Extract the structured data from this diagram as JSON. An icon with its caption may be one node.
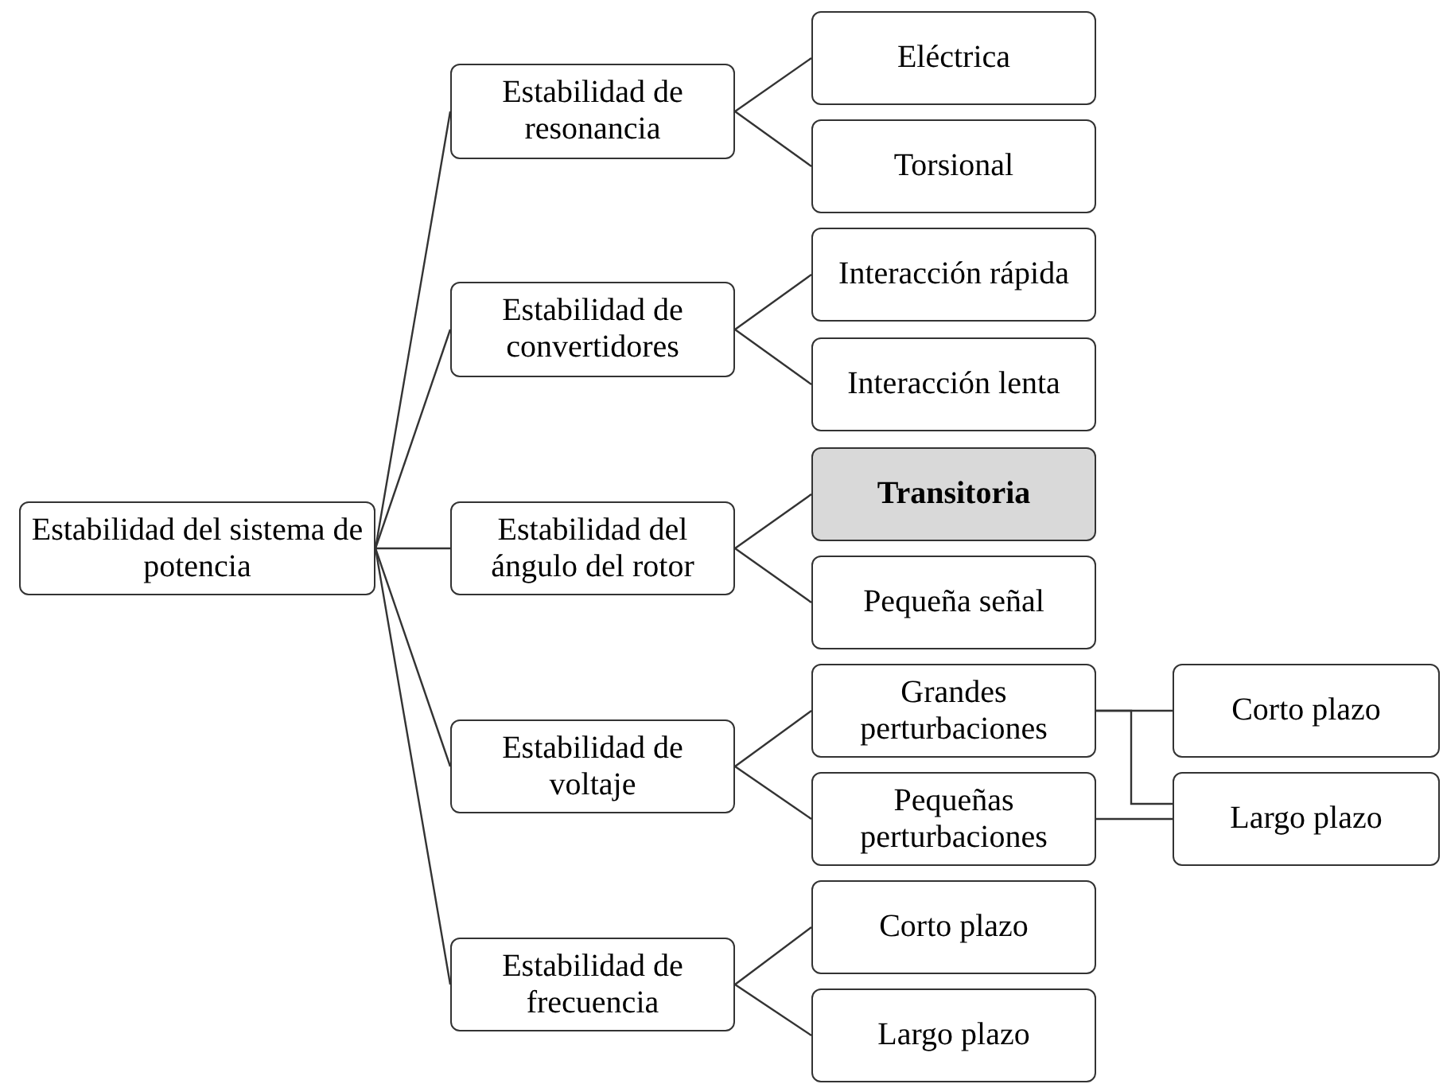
{
  "diagram": {
    "nodes": [
      {
        "text": [
          "Estabilidad del sistema de potencia"
        ]
      },
      {
        "text": [
          "Estabilidad de resonancia"
        ]
      },
      {
        "text": [
          "Eléctrica"
        ]
      },
      {
        "text": [
          "Torsional"
        ]
      },
      {
        "text": [
          "Estabilidad de convertidores"
        ]
      },
      {
        "text": [
          "Interacción rápida"
        ]
      },
      {
        "text": [
          "Interacción lenta"
        ]
      },
      {
        "text": [
          "Estabilidad del ángulo del rotor"
        ]
      },
      {
        "text": [
          "Transitoria"
        ]
      },
      {
        "text": [
          "Pequeña señal"
        ]
      },
      {
        "text": [
          "Estabilidad de voltaje"
        ]
      },
      {
        "text": [
          "Grandes perturbaciones"
        ]
      },
      {
        "text": [
          "Pequeñas perturbaciones"
        ]
      },
      {
        "text": [
          "Corto plazo"
        ]
      },
      {
        "text": [
          "Largo plazo"
        ]
      },
      {
        "text": [
          "Estabilidad de frecuencia"
        ]
      },
      {
        "text": [
          "Corto plazo"
        ]
      },
      {
        "text": [
          "Largo plazo"
        ]
      }
    ],
    "edges": [
      {
        "from": 0,
        "to": 1,
        "arrow": "none"
      },
      {
        "from": 0,
        "to": 4,
        "arrow": "none"
      },
      {
        "from": 0,
        "to": 7,
        "arrow": "none"
      },
      {
        "from": 0,
        "to": 10,
        "arrow": "none"
      },
      {
        "from": 0,
        "to": 15,
        "arrow": "none"
      },
      {
        "from": 1,
        "to": 2,
        "arrow": "none"
      },
      {
        "from": 1,
        "to": 3,
        "arrow": "none"
      },
      {
        "from": 4,
        "to": 5,
        "arrow": "none"
      },
      {
        "from": 4,
        "to": 6,
        "arrow": "none"
      },
      {
        "from": 7,
        "to": 8,
        "arrow": "none"
      },
      {
        "from": 7,
        "to": 9,
        "arrow": "none"
      },
      {
        "from": 10,
        "to": 11,
        "arrow": "none"
      },
      {
        "from": 10,
        "to": 12,
        "arrow": "none"
      },
      {
        "from": 11,
        "to": 13,
        "arrow": "none"
      },
      {
        "from": 11,
        "to": 14,
        "arrow": "none"
      },
      {
        "from": 12,
        "to": 14,
        "arrow": "none"
      },
      {
        "from": 15,
        "to": 16,
        "arrow": "none"
      },
      {
        "from": 15,
        "to": 17,
        "arrow": "none"
      }
    ]
  }
}
